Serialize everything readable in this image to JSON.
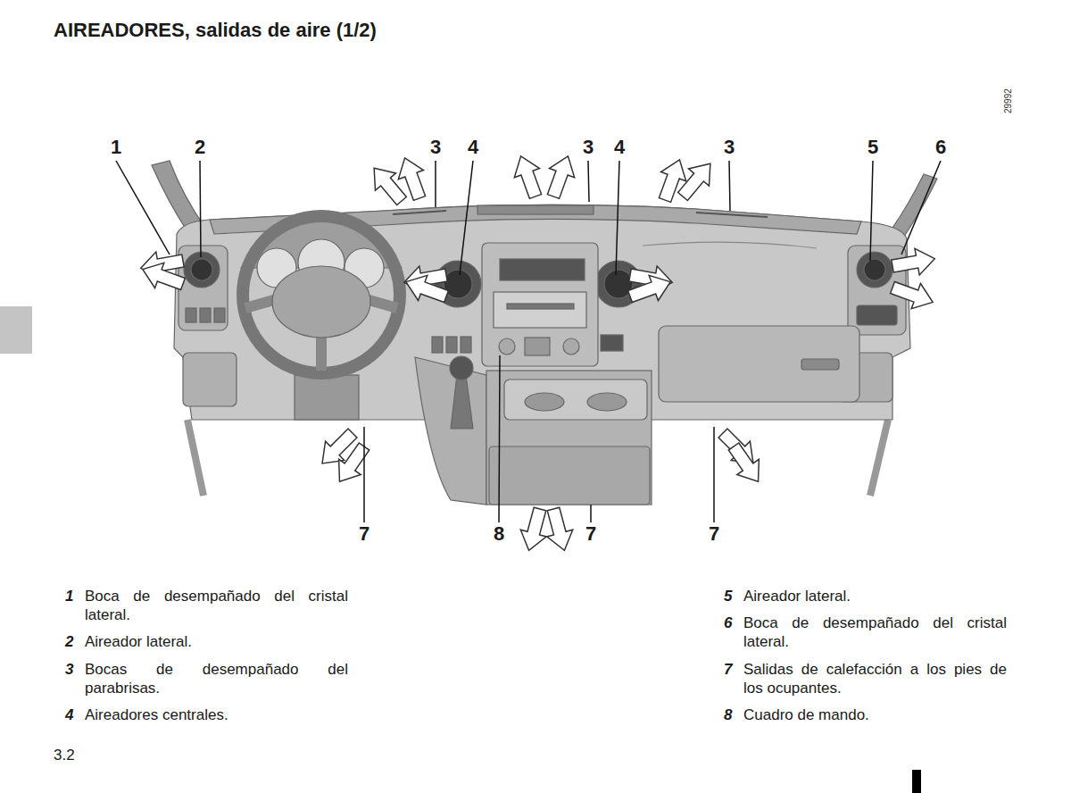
{
  "diagram": {
    "title": "AIREADORES, salidas de aire (1/2)",
    "labels": [
      "29992",
      "1",
      "2",
      "3",
      "4",
      "3",
      "4",
      "3",
      "5",
      "6",
      "7",
      "8",
      "7",
      "7",
      "1",
      "Boca de desempañado del cristal lateral.",
      "2",
      "Aireador lateral.",
      "3",
      "Bocas de desempañado del parabrisas.",
      "4",
      "Aireadores centrales.",
      "5",
      "Aireador lateral.",
      "6",
      "Boca de desempañado del cristal lateral.",
      "7",
      "Salidas de calefacción a los pies de los ocupantes.",
      "8",
      "Cuadro de mando.",
      "3.2"
    ]
  }
}
